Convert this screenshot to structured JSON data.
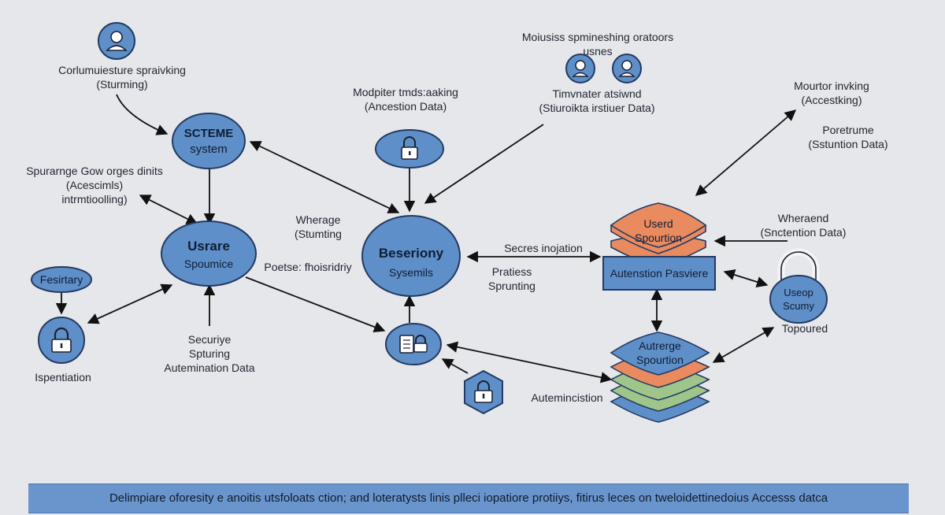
{
  "colors": {
    "background": "#e6e7ea",
    "node_fill": "#5f8fc9",
    "node_stroke": "#233a63",
    "orange_layer": "#e98a5f",
    "green_layer": "#9fc58b",
    "banner": "#6a95cc"
  },
  "nodes": {
    "scteme": {
      "line1": "SCTEME",
      "line2": "system"
    },
    "usrare": {
      "line1": "Usrare",
      "line2": "Spoumice"
    },
    "beseriony": {
      "line1": "Beseriony",
      "line2": "Sysemils"
    },
    "fesirtary": {
      "line1": "Fesirtary"
    },
    "useop": {
      "line1": "Useop",
      "line2": "Scumy"
    },
    "stack_top": {
      "line1": "Userd",
      "line2": "Spourtion"
    },
    "stack_box": {
      "line1": "Autenstion Pasviere"
    },
    "stack_bottom": {
      "line1": "Autrerge",
      "line2": "Spourtion"
    }
  },
  "labels": {
    "corlumuiesture": {
      "line1": "Corlumuiesture spraivking",
      "line2": "(Sturming)"
    },
    "spurarnge": {
      "line1": "Spurarnge Gow orges dinits",
      "line2": "(Acescimls)",
      "line3": "intrmtioolling)"
    },
    "wherage": {
      "line1": "Wherage",
      "line2": "(Stumting"
    },
    "poetse": {
      "line1": "Poetse: fhoisridriy"
    },
    "ispentiation": {
      "line1": "Ispentiation"
    },
    "securiye": {
      "line1": "Securiye",
      "line2": "Spturing",
      "line3": "Autemination Data"
    },
    "modpiter": {
      "line1": "Modpiter tmds:aaking",
      "line2": "(Ancestion Data)"
    },
    "moiusiss": {
      "line1": "Moiusiss spmineshing oratoors",
      "line2": "usnes"
    },
    "timvnater": {
      "line1": "Timvnater atsiwnd",
      "line2": "(Stiuroikta irstiuer Data)"
    },
    "mourtor": {
      "line1": "Mourtor invking",
      "line2": "(Accestking)"
    },
    "poretrume": {
      "line1": "Poretrume",
      "line2": "(Sstuntion Data)"
    },
    "wheraend": {
      "line1": "Wheraend",
      "line2": "(Snctention Data)"
    },
    "secres": {
      "line1": "Secres inojation"
    },
    "pratiess": {
      "line1": "Pratiess",
      "line2": "Sprunting"
    },
    "topoured": {
      "line1": "Topoured"
    },
    "autemincistion": {
      "line1": "Autemincistion"
    }
  },
  "banner": {
    "text": "Delimpiare oforesity e anoitis utsfoloats ction; and loteratysts linis plleci iopatiore protiiys, fitirus leces on tweloidettinedoius Accesss datca"
  },
  "icons": [
    "user-icon",
    "lock-icon"
  ]
}
